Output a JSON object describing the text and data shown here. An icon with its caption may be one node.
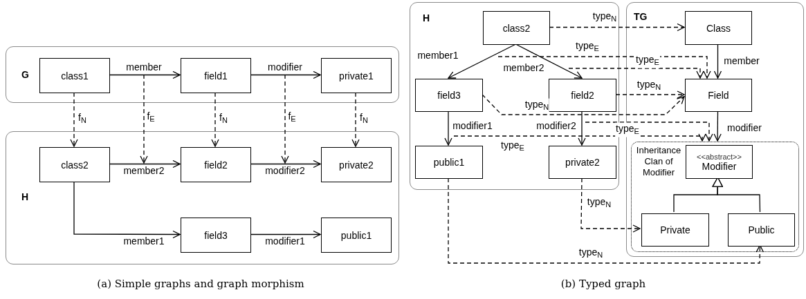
{
  "diagram": {
    "nodes": [
      {
        "text": [
          "G"
        ]
      },
      {
        "text": [
          "class1"
        ],
        "in": 0
      },
      {
        "text": [
          "field1"
        ],
        "in": 0
      },
      {
        "text": [
          "private1"
        ],
        "in": 0
      },
      {
        "text": [
          "H"
        ]
      },
      {
        "text": [
          "class2"
        ],
        "in": 4
      },
      {
        "text": [
          "field2"
        ],
        "in": 4
      },
      {
        "text": [
          "private2"
        ],
        "in": 4
      },
      {
        "text": [
          "field3"
        ],
        "in": 4
      },
      {
        "text": [
          "public1"
        ],
        "in": 4
      },
      {
        "text": [
          "H"
        ]
      },
      {
        "text": [
          "class2"
        ],
        "in": 10
      },
      {
        "text": [
          "field3"
        ],
        "in": 10
      },
      {
        "text": [
          "field2"
        ],
        "in": 10
      },
      {
        "text": [
          "public1"
        ],
        "in": 10
      },
      {
        "text": [
          "private2"
        ],
        "in": 10
      },
      {
        "text": [
          "TG"
        ]
      },
      {
        "text": [
          "Class"
        ],
        "in": 16
      },
      {
        "text": [
          "Field"
        ],
        "in": 16
      },
      {
        "text": [
          "Inheritance Clan of Modifier"
        ],
        "in": 16
      },
      {
        "text": [
          "<<abstract>>",
          "Modifier"
        ],
        "in": 19
      },
      {
        "text": [
          "Private"
        ],
        "in": 19
      },
      {
        "text": [
          "Public"
        ],
        "in": 19
      }
    ],
    "edges": [
      {
        "from": 1,
        "to": 2,
        "arrow": "to",
        "label": "member"
      },
      {
        "from": 2,
        "to": 3,
        "arrow": "to",
        "label": "modifier"
      },
      {
        "from": 1,
        "to": 5,
        "arrow": "to",
        "label": "f$_{N}$",
        "style": "dashed"
      },
      {
        "from": 2,
        "to": 6,
        "arrow": "to",
        "label": "f$_{N}$",
        "style": "dashed"
      },
      {
        "from": 3,
        "to": 7,
        "arrow": "to",
        "label": "f$_{N}$",
        "style": "dashed"
      },
      {
        "from": 5,
        "to": 6,
        "arrow": "to",
        "label": "member2"
      },
      {
        "from": 6,
        "to": 7,
        "arrow": "to",
        "label": "modifier2"
      },
      {
        "from": 5,
        "to": 8,
        "arrow": "to",
        "label": "member1"
      },
      {
        "from": 8,
        "to": 9,
        "arrow": "to",
        "label": "modifier1"
      },
      {
        "from": 11,
        "to": 12,
        "arrow": "to",
        "label": "member1"
      },
      {
        "from": 11,
        "to": 13,
        "arrow": "to",
        "label": "member2"
      },
      {
        "from": 12,
        "to": 14,
        "arrow": "to",
        "label": "modifier1"
      },
      {
        "from": 13,
        "to": 15,
        "arrow": "to",
        "label": "modifier2"
      },
      {
        "from": 11,
        "to": 17,
        "arrow": "to",
        "label": "type$_{N}$",
        "style": "dashed"
      },
      {
        "from": 13,
        "to": 18,
        "arrow": "to",
        "label": "type$_{N}$",
        "style": "dashed"
      },
      {
        "from": 12,
        "to": 18,
        "arrow": "to",
        "label": "type$_{N}$",
        "style": "dashed"
      },
      {
        "from": 15,
        "to": 21,
        "arrow": "to",
        "label": "type$_{N}$",
        "style": "dashed"
      },
      {
        "from": 14,
        "to": 22,
        "arrow": "to",
        "label": "type$_{N}$",
        "style": "dashed"
      },
      {
        "from": 17,
        "to": 18,
        "arrow": "to",
        "label": "member"
      },
      {
        "from": 18,
        "to": 19,
        "arrow": "to",
        "label": "modifier"
      },
      {
        "from": 21,
        "to": 20,
        "arrow": "to"
      },
      {
        "from": 22,
        "to": 20,
        "arrow": "to"
      },
      {
        "from": null,
        "to": 18,
        "arrow": "to",
        "label": "type$_{E}$",
        "style": "dashed"
      },
      {
        "from": null,
        "to": 18,
        "arrow": "to",
        "label": "type$_{E}$",
        "style": "dashed"
      },
      {
        "from": null,
        "to": 19,
        "arrow": "to",
        "label": "type$_{E}$",
        "style": "dashed"
      },
      {
        "from": null,
        "to": 19,
        "arrow": "to",
        "label": "type$_{E}$",
        "style": "dashed"
      }
    ],
    "labels": [
      "f$_{E}$",
      "f$_{E}$",
      "(a) Simple graphs and graph morphism",
      "(b) Typed graph"
    ]
  }
}
